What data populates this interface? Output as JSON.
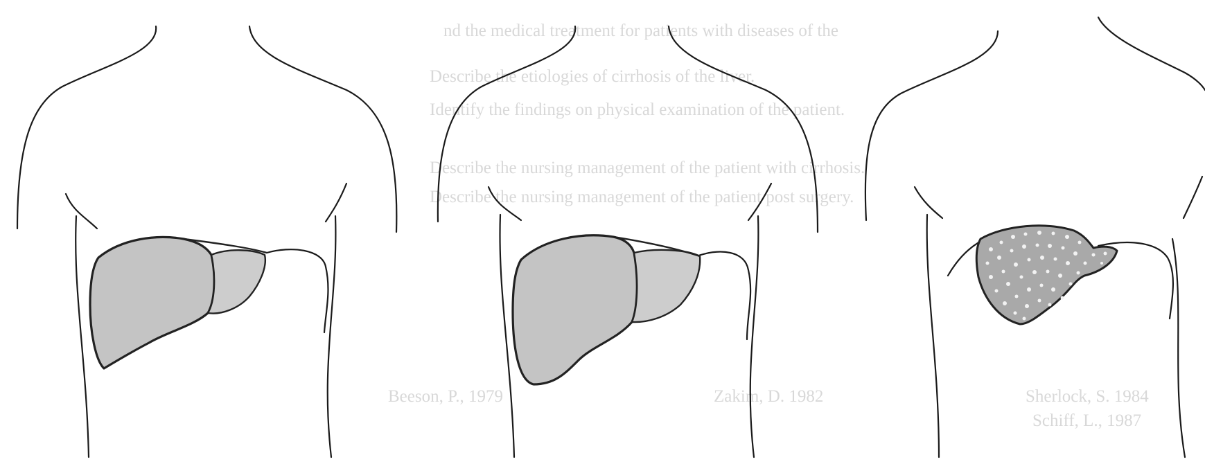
{
  "figure": {
    "panels": [
      {
        "id": "normal-liver",
        "liver": "normal"
      },
      {
        "id": "enlarged-liver",
        "liver": "enlarged"
      },
      {
        "id": "small-nodular-liver",
        "liver": "small nodular (cirrhotic)"
      }
    ],
    "colors": {
      "paper": "#ffffff",
      "ink": "#1a1a1a",
      "liver_fill": "#c4c4c4",
      "bleed_text": "#b9b9b9"
    }
  },
  "bleed_through_text": [
    "nd the medical treatment for patients with diseases of the",
    "Describe the etiologies of cirrhosis of the liver.",
    "Identify the findings on physical examination of the patient.",
    "Describe the nursing management of the patient with cirrhosis.",
    "Describe the nursing management of the patient post surgery.",
    "Sherlock, S. 1984",
    "Schiff, L., 1987",
    "Zakim, D. 1982",
    "Beeson, P., 1979"
  ]
}
